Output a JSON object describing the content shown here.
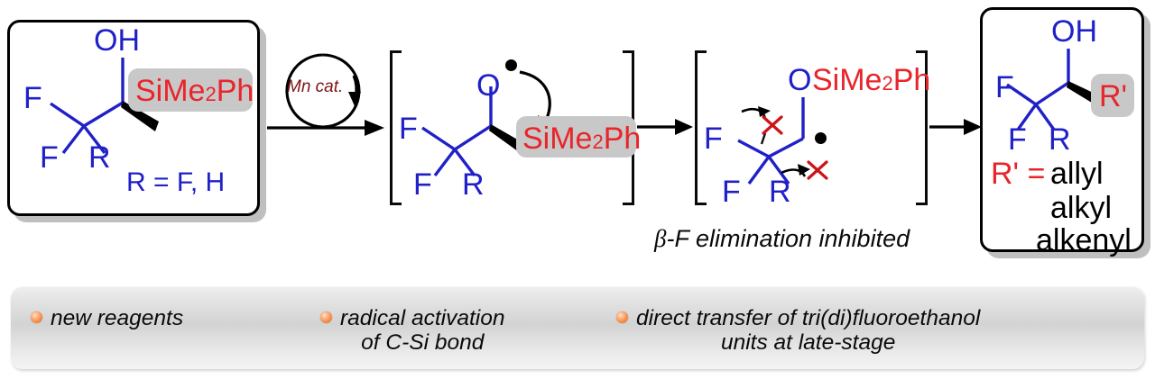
{
  "scheme": {
    "title": "Mn-catalyzed radical transfer of tri(di)fluoroethanol units",
    "colors": {
      "blue": "#2020c8",
      "red": "#e8252a",
      "black": "#000000",
      "maroon": "#7d1416",
      "highlight_gray": "#c8c8c8",
      "bar_gray": "#d3d3d3",
      "bullet_orange": "#f58b45"
    },
    "starting_material": {
      "labels": {
        "oh": "OH",
        "f_top": "F",
        "f_bottom": "F",
        "r": "R",
        "group": "SiMe",
        "group_sub": "2",
        "group_tail": "Ph"
      },
      "note": "R = F, H"
    },
    "catalyst": {
      "label": "Mn cat.",
      "icon": "circular-arrow-icon"
    },
    "intermediate_one": {
      "labels": {
        "o": "O",
        "f_top": "F",
        "f_bottom": "F",
        "r": "R",
        "group": "SiMe",
        "group_sub": "2",
        "group_tail": "Ph"
      },
      "radical": "oxygen-radical-dot",
      "arrow": "curved-radical-arrow"
    },
    "intermediate_two": {
      "labels": {
        "o": "O",
        "group": "SiMe",
        "group_sub": "2",
        "group_tail": "Ph",
        "f_left": "F",
        "f_bottom": "F",
        "r": "R"
      },
      "radical": "carbon-radical-dot",
      "blocked_marks": [
        "x-mark-upper",
        "x-mark-lower"
      ],
      "caption": "-F elimination inhibited",
      "caption_prefix": "β"
    },
    "product": {
      "labels": {
        "oh": "OH",
        "f_top": "F",
        "f_bottom": "F",
        "r": "R",
        "rprime": "R'"
      },
      "legend_head": "R' =",
      "legend_items": [
        "allyl",
        "alkyl",
        "alkenyl"
      ]
    },
    "arrows": [
      "reaction-arrow-1",
      "reaction-arrow-2",
      "reaction-arrow-3"
    ]
  },
  "features": {
    "items": [
      {
        "text": "new reagents"
      },
      {
        "text": "radical activation\nof C-Si bond"
      },
      {
        "text": "direct transfer of tri(di)fluoroethanol\nunits at late-stage"
      }
    ]
  }
}
